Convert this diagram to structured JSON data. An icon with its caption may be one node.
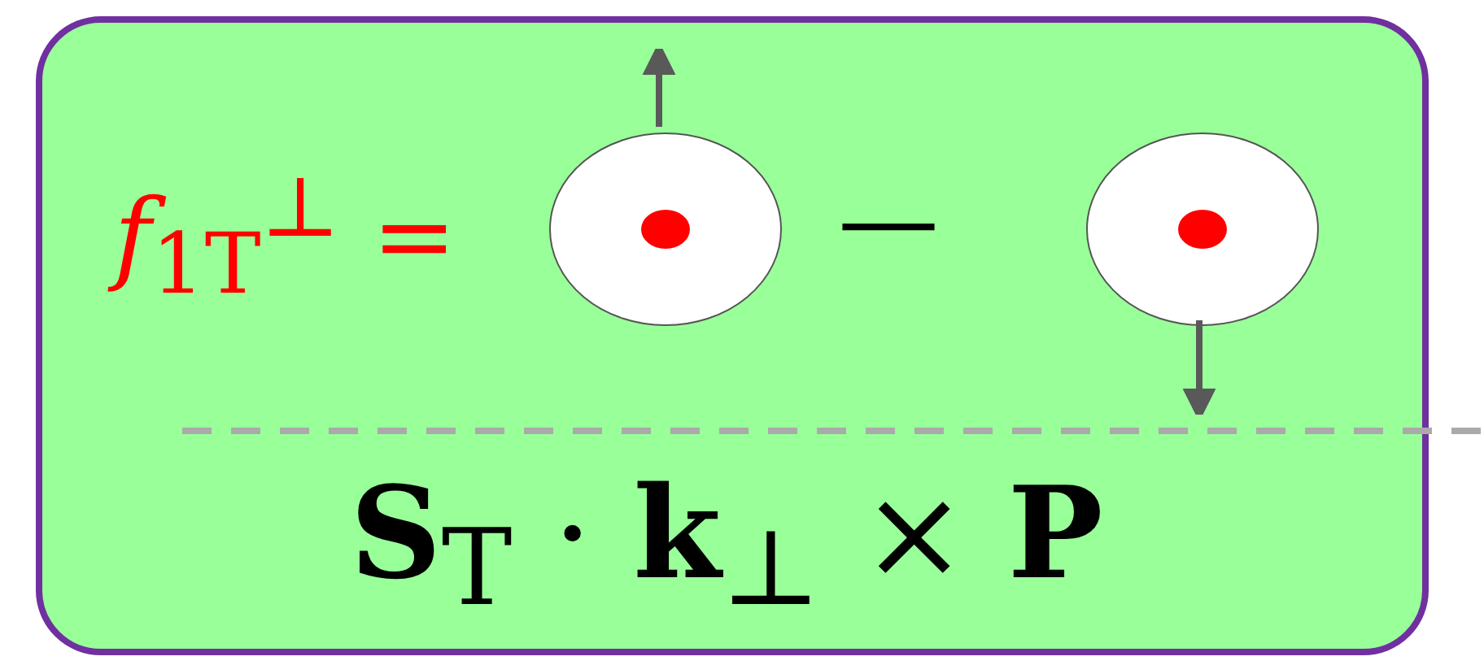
{
  "diagram": {
    "nodes": [
      {
        "text": [],
        "shape": "box"
      },
      {
        "text": [],
        "shape": "circle",
        "in": 0
      },
      {
        "text": [],
        "shape": "circle",
        "in": 0
      }
    ],
    "labels": [
      "*f*$_{1T}$$^{⊥}$ =",
      "—",
      "**S**$_{T}$ · **k**$_{⊥}$ × **P**"
    ]
  }
}
